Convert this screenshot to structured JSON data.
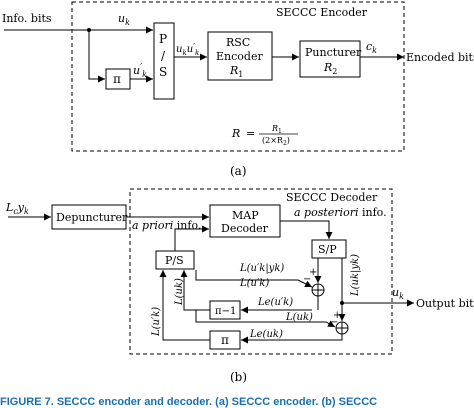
{
  "diagram_a": {
    "input_label": "Info. bits",
    "enclosure_label": "SECCC Encoder",
    "uk": "u",
    "uk_sub": "k",
    "uk_prime": "u",
    "uk_prime_sub": "k",
    "uk_prime_mark": "′",
    "interleaver": "π",
    "ps_top": "P",
    "ps_mid": "/",
    "ps_bot": "S",
    "ps_out": "u",
    "ps_out_sub": "k",
    "ps_out2": "u",
    "ps_out2_sub": "k",
    "ps_out2_mark": "′",
    "rsc_line1": "RSC",
    "rsc_line2": "Encoder",
    "rsc_rate": "R",
    "rsc_rate_sub": "1",
    "punct_line1": "Puncturer",
    "punct_rate": "R",
    "punct_rate_sub": "2",
    "ck": "c",
    "ck_sub": "k",
    "output_label": "Encoded bits",
    "rate_lhs": "R",
    "rate_eq": "=",
    "rate_num": "R",
    "rate_num_sub": "1",
    "rate_den": "(2×R",
    "rate_den_sub": "2",
    "rate_den_close": ")",
    "caption": "(a)"
  },
  "diagram_b": {
    "input_label": "L",
    "input_label_sub": "c",
    "input_label_y": "y",
    "input_label_y_sub": "k",
    "depuncturer": "Depuncturer",
    "enclosure_label": "SECCC Decoder",
    "a_priori_a": "a priori",
    "a_priori_info": "info.",
    "a_post_a": "a posteriori",
    "a_post_info": "info.",
    "map_line1": "MAP",
    "map_line2": "Decoder",
    "sp": "S/P",
    "ps": "P/S",
    "l_uk_prime_y": "L(u′k|yk)",
    "l_uk_prime": "L(u′k)",
    "l_uk_y": "L(uk|yk)",
    "minus1": "−",
    "plus1": "+",
    "minus2": "−",
    "plus2": "+",
    "le_uk_prime": "Le(u′k)",
    "deinterleaver": "π−1",
    "interleaver": "π",
    "l_uk_left": "L(uk)",
    "l_uk_prime_left": "L(u′k)",
    "l_uk_bottom": "L(uk)",
    "le_uk": "Le(uk)",
    "uk_out": "u",
    "uk_out_sub": "k",
    "output_label": "Output bits",
    "caption": "(b)"
  },
  "figure_caption": "FIGURE 7.  SECCC encoder and decoder. (a) SECCC encoder. (b) SECCC"
}
